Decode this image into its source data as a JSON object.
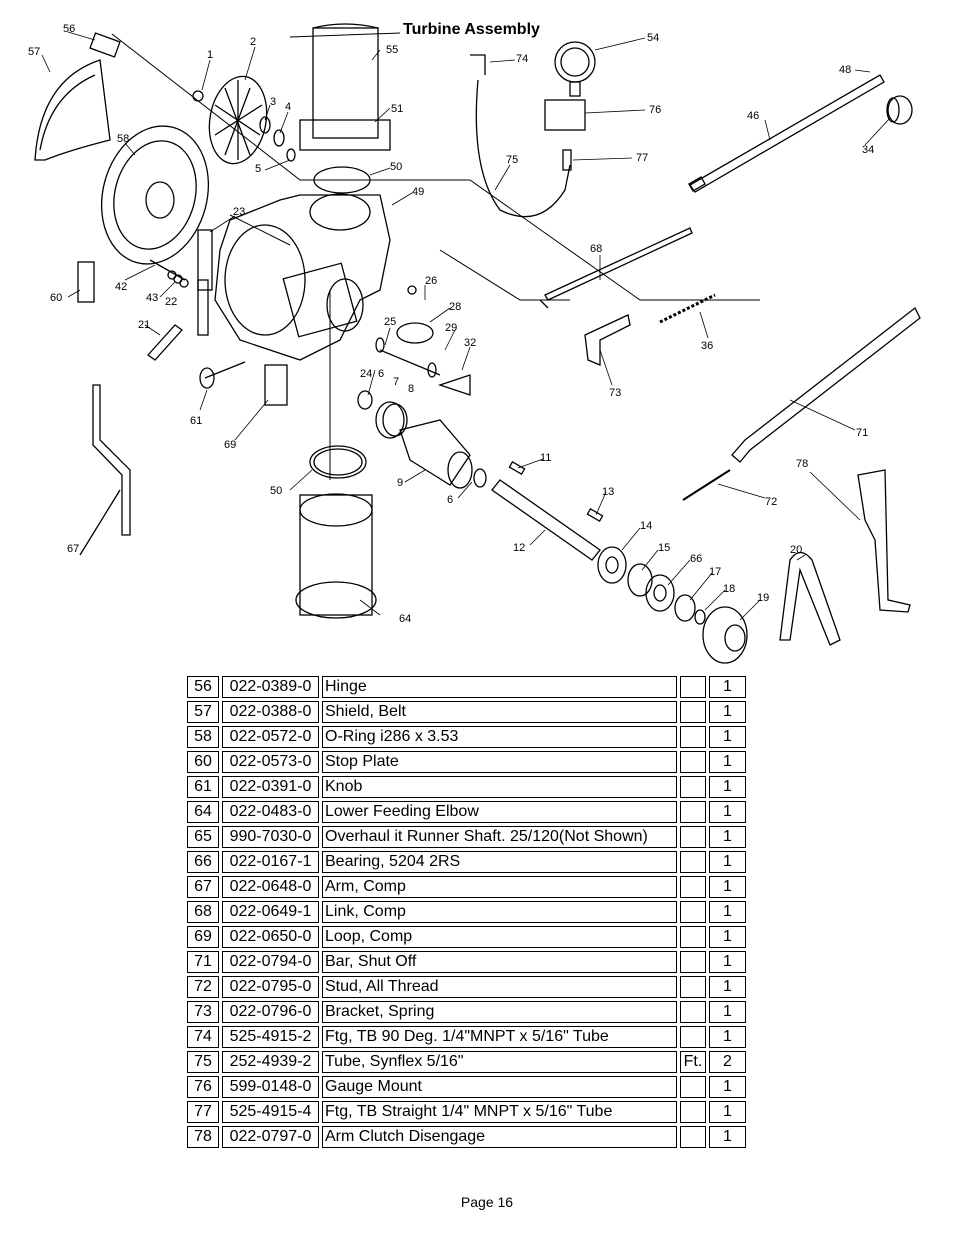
{
  "title": "Turbine Assembly",
  "callouts": [
    "56",
    "57",
    "2",
    "1",
    "3",
    "4",
    "5",
    "58",
    "51",
    "55",
    "50",
    "49",
    "23",
    "42",
    "43",
    "22",
    "60",
    "21",
    "26",
    "28",
    "25",
    "29",
    "32",
    "24",
    "6",
    "7",
    "8",
    "61",
    "69",
    "50",
    "9",
    "11",
    "6",
    "67",
    "12",
    "13",
    "14",
    "15",
    "66",
    "17",
    "18",
    "19",
    "20",
    "64",
    "54",
    "74",
    "76",
    "75",
    "77",
    "48",
    "46",
    "34",
    "68",
    "36",
    "73",
    "71",
    "72",
    "78"
  ],
  "parts": [
    {
      "num": "56",
      "part": "022-0389-0",
      "desc": "Hinge",
      "unit": "",
      "qty": "1"
    },
    {
      "num": "57",
      "part": "022-0388-0",
      "desc": "Shield, Belt",
      "unit": "",
      "qty": "1"
    },
    {
      "num": "58",
      "part": "022-0572-0",
      "desc": "O-Ring i286 x 3.53",
      "unit": "",
      "qty": "1"
    },
    {
      "num": "60",
      "part": "022-0573-0",
      "desc": "Stop Plate",
      "unit": "",
      "qty": "1"
    },
    {
      "num": "61",
      "part": "022-0391-0",
      "desc": "Knob",
      "unit": "",
      "qty": "1"
    },
    {
      "num": "64",
      "part": "022-0483-0",
      "desc": "Lower Feeding Elbow",
      "unit": "",
      "qty": "1"
    },
    {
      "num": "65",
      "part": "990-7030-0",
      "desc": "Overhaul it Runner Shaft.  25/120(Not Shown)",
      "unit": "",
      "qty": "1"
    },
    {
      "num": "66",
      "part": "022-0167-1",
      "desc": "Bearing, 5204 2RS",
      "unit": "",
      "qty": "1"
    },
    {
      "num": "67",
      "part": "022-0648-0",
      "desc": "Arm, Comp",
      "unit": "",
      "qty": "1"
    },
    {
      "num": "68",
      "part": "022-0649-1",
      "desc": "Link, Comp",
      "unit": "",
      "qty": "1"
    },
    {
      "num": "69",
      "part": "022-0650-0",
      "desc": "Loop, Comp",
      "unit": "",
      "qty": "1"
    },
    {
      "num": "71",
      "part": "022-0794-0",
      "desc": "Bar, Shut Off",
      "unit": "",
      "qty": "1"
    },
    {
      "num": "72",
      "part": "022-0795-0",
      "desc": "Stud, All Thread",
      "unit": "",
      "qty": "1"
    },
    {
      "num": "73",
      "part": "022-0796-0",
      "desc": "Bracket, Spring",
      "unit": "",
      "qty": "1"
    },
    {
      "num": "74",
      "part": "525-4915-2",
      "desc": "Ftg, TB 90 Deg. 1/4\"MNPT x 5/16\" Tube",
      "unit": "",
      "qty": "1"
    },
    {
      "num": "75",
      "part": "252-4939-2",
      "desc": "Tube, Synflex 5/16\"",
      "unit": "Ft.",
      "qty": "2"
    },
    {
      "num": "76",
      "part": "599-0148-0",
      "desc": "Gauge Mount",
      "unit": "",
      "qty": "1"
    },
    {
      "num": "77",
      "part": "525-4915-4",
      "desc": "Ftg, TB Straight 1/4\" MNPT x 5/16\" Tube",
      "unit": "",
      "qty": "1"
    },
    {
      "num": "78",
      "part": "022-0797-0",
      "desc": "Arm Clutch Disengage",
      "unit": "",
      "qty": "1"
    }
  ],
  "footer": "Page 16"
}
